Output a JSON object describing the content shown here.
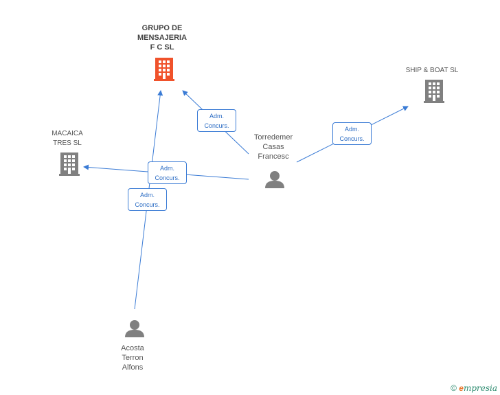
{
  "nodes": {
    "grupo": {
      "lines": [
        "GRUPO DE",
        "MENSAJERIA",
        "F C SL"
      ],
      "kind": "company",
      "color": "#f0522b"
    },
    "ship": {
      "lines": [
        "SHIP & BOAT SL"
      ],
      "kind": "company",
      "color": "#808080"
    },
    "macaica": {
      "lines": [
        "MACAICA",
        "TRES SL"
      ],
      "kind": "company",
      "color": "#808080"
    },
    "torredemer": {
      "lines": [
        "Torredemer",
        "Casas",
        "Francesc"
      ],
      "kind": "person",
      "color": "#808080"
    },
    "acosta": {
      "lines": [
        "Acosta",
        "Terron",
        "Alfons"
      ],
      "kind": "person",
      "color": "#808080"
    }
  },
  "edges": [
    {
      "from": "torredemer",
      "to": "grupo",
      "label": [
        "Adm.",
        "Concurs."
      ]
    },
    {
      "from": "torredemer",
      "to": "ship",
      "label": [
        "Adm.",
        "Concurs."
      ]
    },
    {
      "from": "torredemer",
      "to": "macaica",
      "label": [
        "Adm.",
        "Concurs."
      ]
    },
    {
      "from": "acosta",
      "to": "grupo",
      "label": [
        "Adm.",
        "Concurs."
      ]
    }
  ],
  "colors": {
    "edge": "#3a7bd5",
    "edge_text": "#2b6cc4"
  },
  "footer": {
    "copyright": "©",
    "brand": "mpresia",
    "brand_initial": "e"
  }
}
